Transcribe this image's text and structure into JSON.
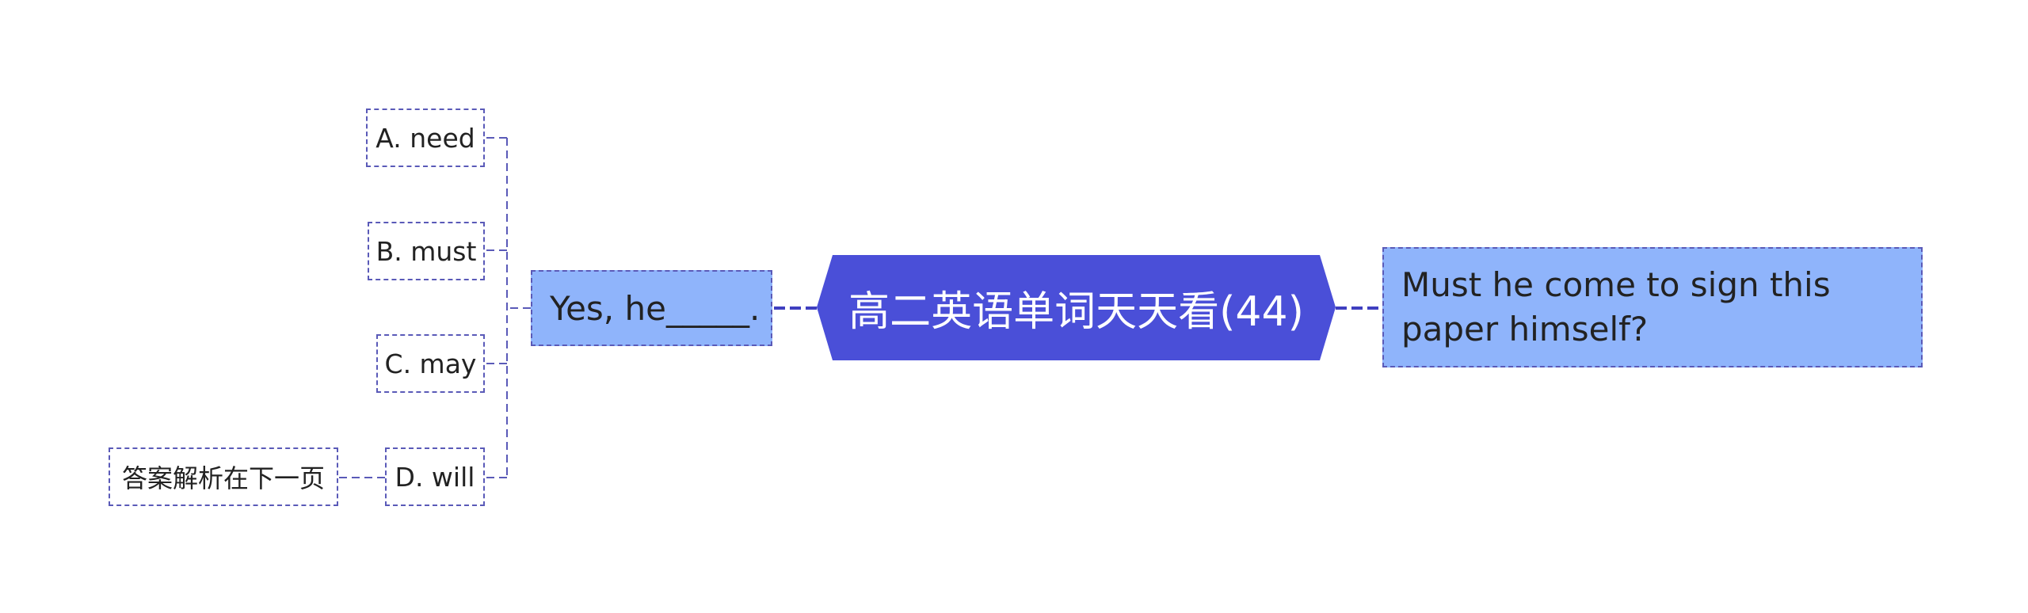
{
  "mindmap": {
    "root": {
      "label": "高二英语单词天天看(44)",
      "fill": "#4a4fd8"
    },
    "question": {
      "label": "Must he come to sign this paper himself?"
    },
    "answer_stem": {
      "label": "Yes, he_____."
    },
    "options": [
      {
        "label": "A. need"
      },
      {
        "label": "B. must"
      },
      {
        "label": "C. may"
      },
      {
        "label": "D. will"
      }
    ],
    "note": {
      "label": "答案解析在下一页"
    }
  },
  "colors": {
    "node_fill": "#8fb4fb",
    "border": "#5a5ab8",
    "connector": "#3f3fc0",
    "root_fill": "#4a4fd8"
  }
}
